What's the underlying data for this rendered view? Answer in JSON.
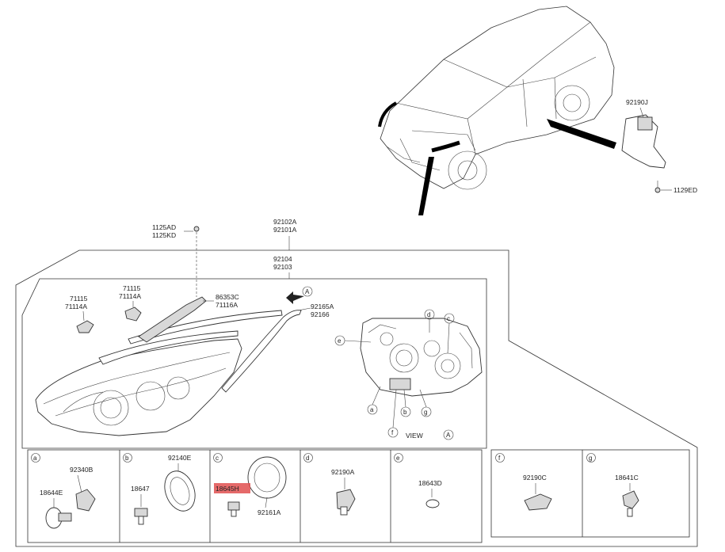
{
  "view_label": "VIEW",
  "labels": {
    "bracket_assy": "92190J",
    "bracket_bolt": "1129ED",
    "screw_1": "1125AD",
    "screw_2": "1125KD",
    "lamp_lh": "92102A",
    "lamp_rh": "92101A",
    "housing_lh": "92104",
    "housing_rh": "92103",
    "clip_a_1": "71115",
    "clip_a_2": "71114A",
    "clip_b_1": "71115",
    "clip_b_2": "71114A",
    "bracket_1": "86353C",
    "bracket_2": "71116A",
    "seal_1": "92165A",
    "seal_2": "92166",
    "panel_a_socket": "92340B",
    "panel_a_bulb": "18644E",
    "panel_b_cap": "92140E",
    "panel_b_bulb": "18647",
    "panel_c_bulb": "18645H",
    "panel_c_cap": "92161A",
    "panel_d_socket": "92190A",
    "panel_e_bulb": "18643D",
    "panel_f_module": "92190C",
    "panel_g_bulb": "18641C"
  },
  "callouts": {
    "A": "A",
    "a": "a",
    "b": "b",
    "c": "c",
    "d": "d",
    "e": "e",
    "f": "f",
    "g": "g"
  },
  "highlight_color": "#e05050"
}
